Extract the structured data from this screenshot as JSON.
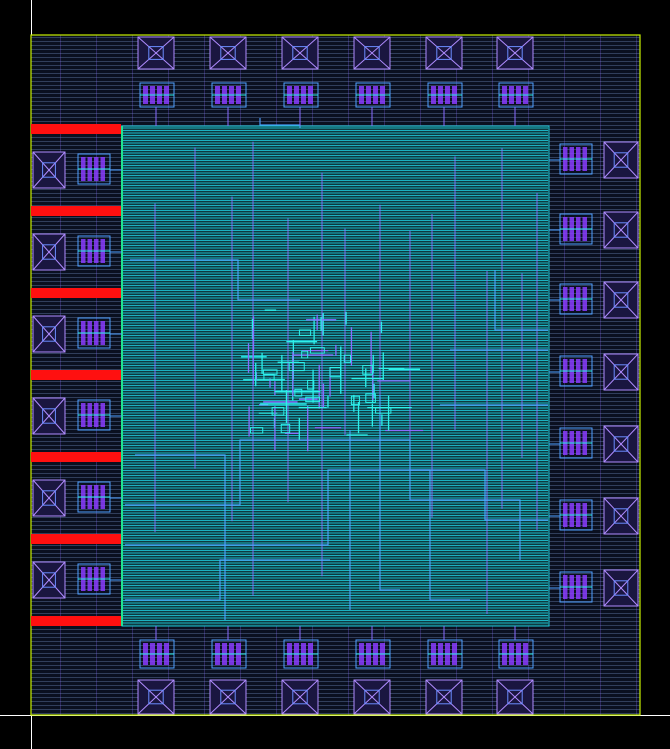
{
  "canvas": {
    "background": "#000000",
    "ruler_color": "#ffffff"
  },
  "layers": {
    "die_boundary": "#c8f000",
    "metal_horizontal": "#1fc8d8",
    "metal_vertical": "#8a6cff",
    "metal_route": "#4fa0ff",
    "power_strap": "#ff1010",
    "core_edge": "#22ff44",
    "pad_fill": "#b08cff"
  },
  "pads": {
    "top_count": 6,
    "bottom_count": 6,
    "left_count": 6,
    "right_count": 7
  },
  "power_straps": {
    "left_count": 7
  }
}
